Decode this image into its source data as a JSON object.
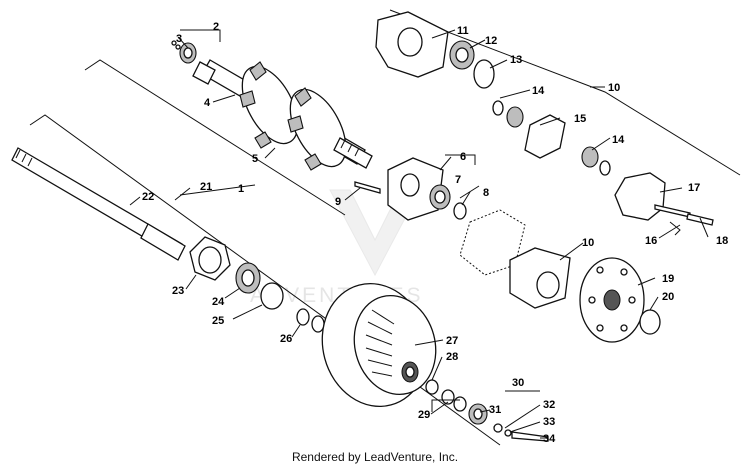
{
  "diagram": {
    "callouts": [
      "1",
      "2",
      "3",
      "4",
      "5",
      "6",
      "7",
      "8",
      "9",
      "10",
      "10",
      "11",
      "12",
      "13",
      "14",
      "14",
      "15",
      "16",
      "17",
      "18",
      "19",
      "20",
      "21",
      "22",
      "23",
      "24",
      "25",
      "26",
      "27",
      "28",
      "29",
      "30",
      "31",
      "32",
      "33",
      "34"
    ]
  },
  "watermark": {
    "text": "ADVENTURES"
  },
  "footer": {
    "text": "Rendered by LeadVenture, Inc."
  }
}
